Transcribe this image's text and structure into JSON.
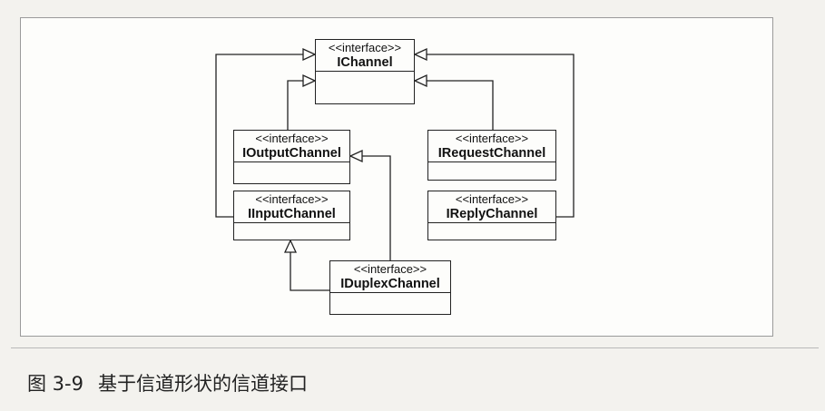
{
  "diagram": {
    "stereotype": "<<interface>>",
    "nodes": [
      {
        "id": "ichannel",
        "name": "IChannel"
      },
      {
        "id": "ioutput",
        "name": "IOutputChannel"
      },
      {
        "id": "iinput",
        "name": "IInputChannel"
      },
      {
        "id": "irequest",
        "name": "IRequestChannel"
      },
      {
        "id": "ireply",
        "name": "IReplyChannel"
      },
      {
        "id": "iduplex",
        "name": "IDuplexChannel"
      }
    ],
    "edges": [
      {
        "from": "IOutputChannel",
        "to": "IChannel",
        "type": "generalization"
      },
      {
        "from": "IInputChannel",
        "to": "IChannel",
        "type": "generalization"
      },
      {
        "from": "IRequestChannel",
        "to": "IChannel",
        "type": "generalization"
      },
      {
        "from": "IReplyChannel",
        "to": "IChannel",
        "type": "generalization"
      },
      {
        "from": "IDuplexChannel",
        "to": "IOutputChannel",
        "type": "generalization"
      },
      {
        "from": "IDuplexChannel",
        "to": "IInputChannel",
        "type": "generalization"
      }
    ]
  },
  "caption": {
    "number": "图 3-9",
    "text": "基于信道形状的信道接口"
  }
}
